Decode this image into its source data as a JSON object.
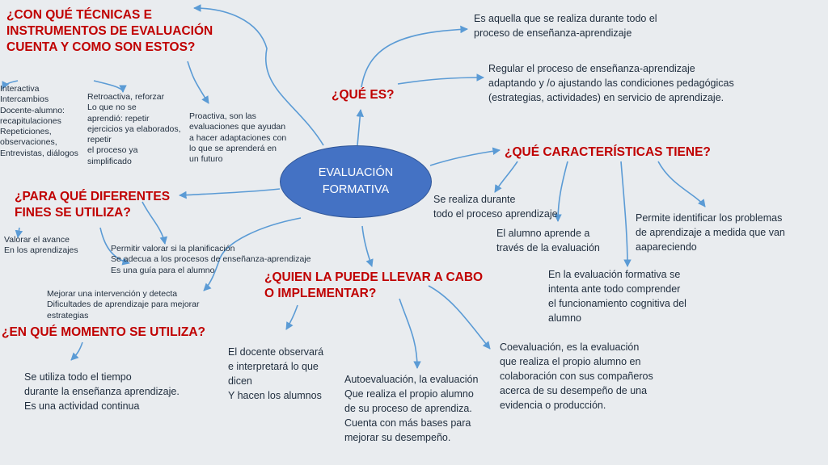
{
  "center": {
    "label": "EVALUACIÓN\nFORMATIVA"
  },
  "questions": {
    "tecnicas": "¿CON QUÉ TÉCNICAS E\nINSTRUMENTOS DE EVALUACIÓN\nCUENTA Y COMO SON ESTOS?",
    "que_es": "¿QUÉ ES?",
    "caracteristicas": "¿QUÉ CARACTERÍSTICAS TIENE?",
    "para_que": "¿PARA QUÉ DIFERENTES\nFINES SE UTILIZA?",
    "quien": "¿QUIEN LA PUEDE LLEVAR A CABO\nO IMPLEMENTAR?",
    "momento": "¿EN QUÉ MOMENTO SE UTILIZA?"
  },
  "tecnicas_items": {
    "interactiva": "Interactiva\nIntercambios\nDocente-alumno:\nrecapitulaciones\nRepeticiones,\nobservaciones,\nEntrevistas, diálogos",
    "retroactiva": "Retroactiva, reforzar\nLo que no se\naprendió: repetir\nejercicios ya elaborados,\n repetir\nel proceso ya\nsimplificado",
    "proactiva": "Proactiva, son las\nevaluaciones que ayudan\na hacer adaptaciones con\nlo que se aprenderá en\nun futuro"
  },
  "que_es_items": {
    "definicion": "Es aquella que se realiza durante todo el\n proceso de enseñanza-aprendizaje",
    "regular": "Regular el proceso de enseñanza-aprendizaje\nadaptando y /o ajustando las condiciones pedagógicas\n(estrategias, actividades) en servicio de aprendizaje."
  },
  "caracteristicas_items": {
    "durante": "Se realiza durante\n todo el proceso aprendizaje",
    "aprende": "El alumno aprende a\n través de la evaluación",
    "comprender": "En la evaluación formativa se\n intenta ante todo comprender\nel funcionamiento cognitiva del\nalumno",
    "problemas": "Permite identificar los problemas\n de aprendizaje a medida que van\naapareciendo"
  },
  "para_que_items": {
    "valorar": "Valorar el avance\nEn los aprendizajes",
    "planificacion": "Permitir valorar si la planificación\nSe adecua a los  procesos de enseñanza-aprendizaje\nEs una guía para el alumno",
    "mejorar": "Mejorar una intervención y detecta\nDificultades de aprendizaje para mejorar\nestrategias"
  },
  "momento_items": {
    "tiempo": "Se utiliza todo el tiempo\ndurante la enseñanza aprendizaje.\nEs una actividad continua"
  },
  "quien_items": {
    "docente": "El docente observará\ne interpretará lo que\ndicen\nY hacen los alumnos",
    "autoevaluacion": "Autoevaluación, la evaluación\nQue realiza el propio alumno\nde su proceso de aprendiza.\n Cuenta con más bases para\n mejorar su desempeño.",
    "coevaluacion": "Coevaluación, es la evaluación\nque realiza el propio alumno en\ncolaboración con sus compañeros\nacerca de su desempeño de una\nevidencia o producción."
  },
  "colors": {
    "background": "#e9ecef",
    "question_text": "#c00000",
    "body_text": "#1f2d3d",
    "center_fill": "#4472c4",
    "arrow": "#5b9bd5"
  }
}
